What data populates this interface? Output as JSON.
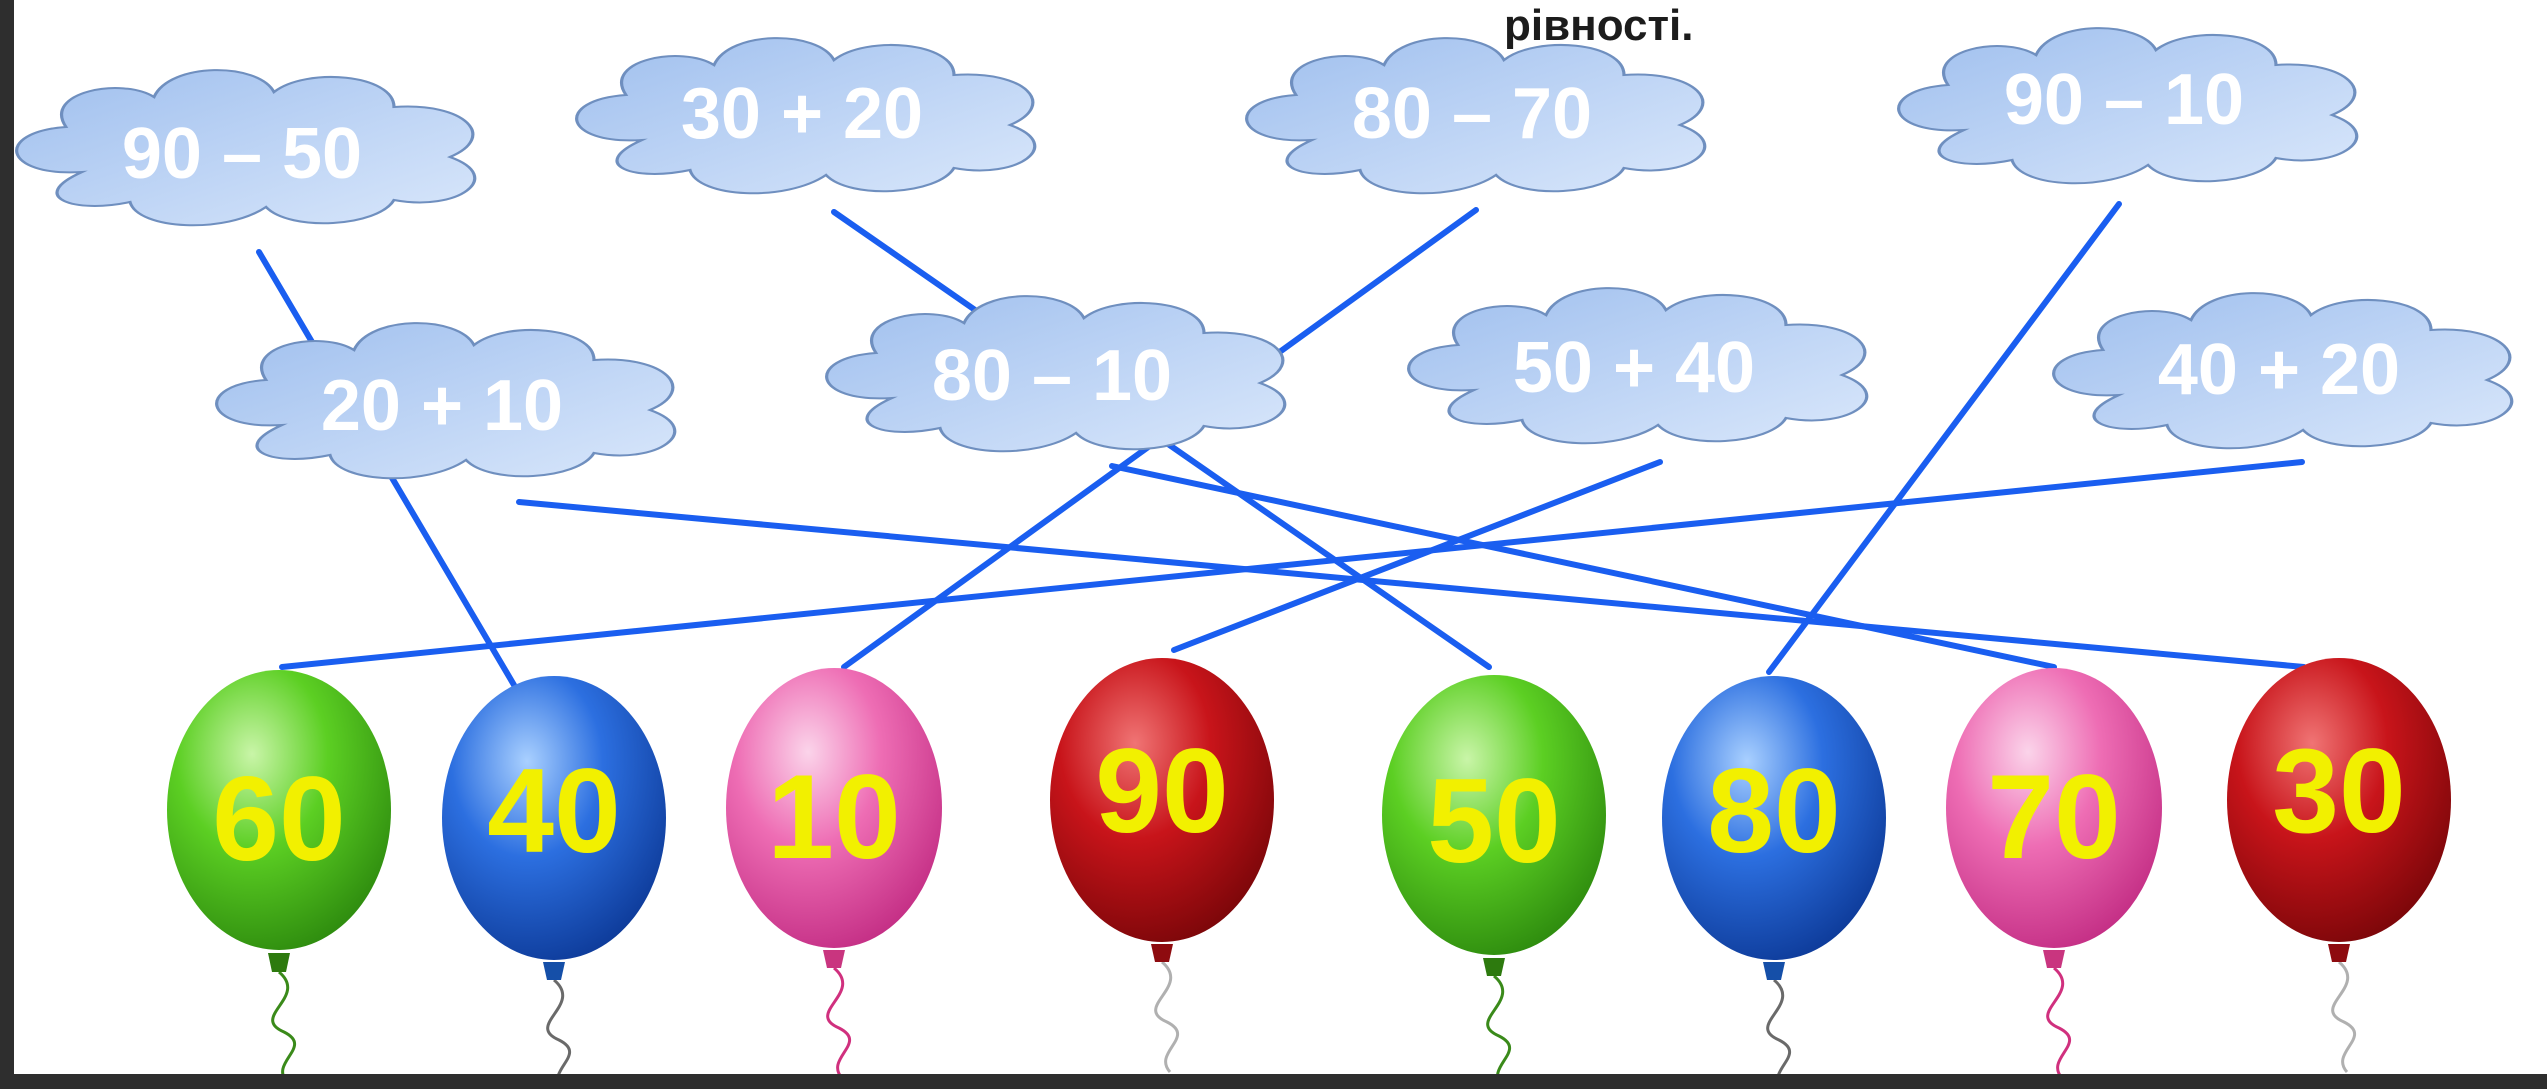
{
  "heading": "рівності.",
  "clouds": [
    {
      "id": "c1",
      "expression": "90 – 50"
    },
    {
      "id": "c2",
      "expression": "30 + 20"
    },
    {
      "id": "c3",
      "expression": "80 – 70"
    },
    {
      "id": "c4",
      "expression": "90 – 10"
    },
    {
      "id": "c5",
      "expression": "20 + 10"
    },
    {
      "id": "c6",
      "expression": "80 – 10"
    },
    {
      "id": "c7",
      "expression": "50 + 40"
    },
    {
      "id": "c8",
      "expression": "40 + 20"
    }
  ],
  "balloons": [
    {
      "id": "b1",
      "value": "60",
      "color": "green"
    },
    {
      "id": "b2",
      "value": "40",
      "color": "blue"
    },
    {
      "id": "b3",
      "value": "10",
      "color": "pink"
    },
    {
      "id": "b4",
      "value": "90",
      "color": "red"
    },
    {
      "id": "b5",
      "value": "50",
      "color": "green"
    },
    {
      "id": "b6",
      "value": "80",
      "color": "blue"
    },
    {
      "id": "b7",
      "value": "70",
      "color": "pink"
    },
    {
      "id": "b8",
      "value": "30",
      "color": "red"
    }
  ],
  "connections": [
    {
      "from": "c1",
      "to": "b2"
    },
    {
      "from": "c2",
      "to": "b5"
    },
    {
      "from": "c3",
      "to": "b3"
    },
    {
      "from": "c4",
      "to": "b6"
    },
    {
      "from": "c5",
      "to": "b8"
    },
    {
      "from": "c6",
      "to": "b7"
    },
    {
      "from": "c7",
      "to": "b4"
    },
    {
      "from": "c8",
      "to": "b1"
    }
  ],
  "colors": {
    "line": "#1a5ef0",
    "number": "#f2f000",
    "cloud_fill": "#bcd3f5",
    "cloud_stroke": "#6f8fbf",
    "green": "#4bc21c",
    "blue": "#1f5fd0",
    "pink": "#ea5aa8",
    "red": "#c20f14"
  }
}
